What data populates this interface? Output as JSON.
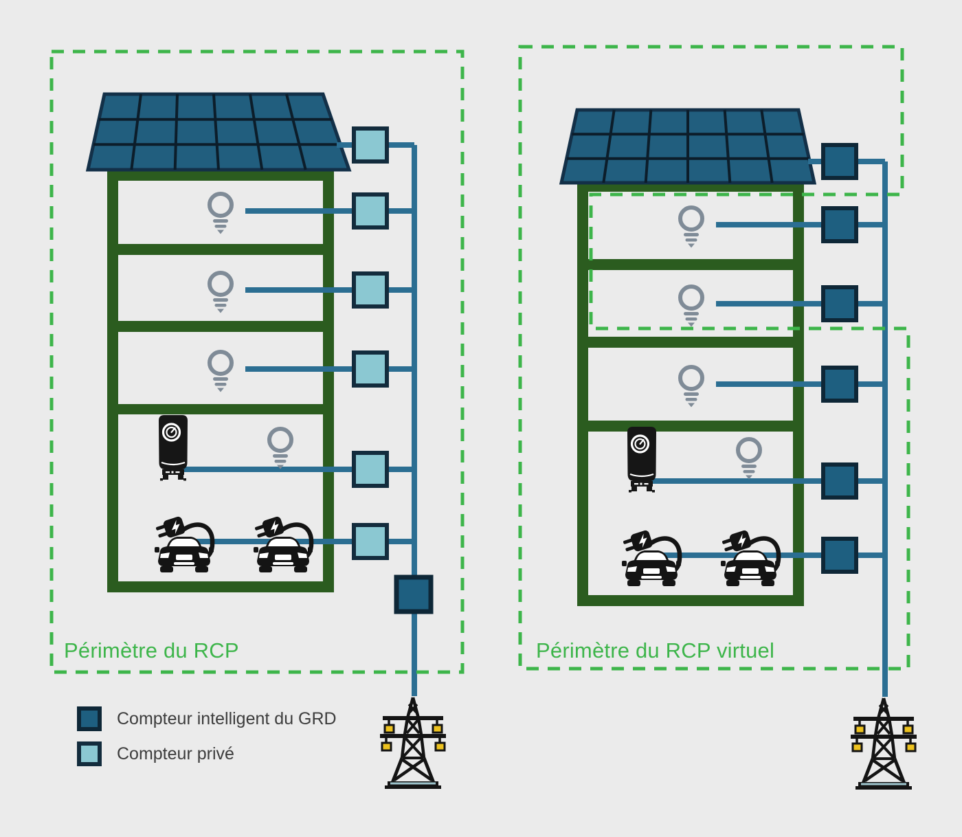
{
  "titles": {
    "left": "Périmètre du RCP",
    "right": "Périmètre du RCP virtuel"
  },
  "legend": {
    "items": [
      {
        "label": "Compteur intelligent du GRD",
        "swatch_color": "#1e5f80",
        "border_color": "#0e2737"
      },
      {
        "label": "Compteur privé",
        "swatch_color": "#8bc8d2",
        "border_color": "#132c3d"
      }
    ]
  },
  "colors": {
    "background": "#ebebeb",
    "boundary_dashed_green": "#3db54a",
    "building_green": "#2b5c1f",
    "solar_panel_fill": "#215e7e",
    "solar_panel_border": "#133048",
    "power_line_blue": "#2b6e92",
    "smart_meter_fill": "#1e5f80",
    "smart_meter_border": "#0e2737",
    "private_meter_fill": "#8bc8d2",
    "private_meter_border": "#132c3d",
    "device_gray": "#7f8b97",
    "icon_black": "#141414",
    "insulator_yellow": "#edc21f",
    "pylon_base_strip": "#9fc6ce",
    "legend_text": "#3c3c3c"
  },
  "left_diagram": {
    "title": "Périmètre du RCP",
    "rooftop": {
      "device": "solar-panel",
      "meter": "private"
    },
    "floors": [
      {
        "devices": [
          "lightbulb"
        ],
        "meter": "private"
      },
      {
        "devices": [
          "lightbulb"
        ],
        "meter": "private"
      },
      {
        "devices": [
          "lightbulb"
        ],
        "meter": "private"
      },
      {
        "devices": [
          "water-heater",
          "lightbulb",
          "ev-car-charging",
          "ev-car-charging"
        ],
        "meters": [
          "private",
          "private"
        ]
      }
    ],
    "grid_meter": "smart",
    "grid_connection": "electricity-pylon",
    "private_meter_count": 6,
    "smart_meter_count": 1
  },
  "right_diagram": {
    "title": "Périmètre du RCP virtuel",
    "rooftop": {
      "device": "solar-panel",
      "meter": "smart"
    },
    "floors": [
      {
        "devices": [
          "lightbulb"
        ],
        "meter": "smart"
      },
      {
        "devices": [
          "lightbulb"
        ],
        "meter": "smart"
      },
      {
        "devices": [
          "lightbulb"
        ],
        "meter": "smart"
      },
      {
        "devices": [
          "water-heater",
          "lightbulb",
          "ev-car-charging",
          "ev-car-charging"
        ],
        "meters": [
          "smart",
          "smart"
        ]
      }
    ],
    "grid_connection": "electricity-pylon",
    "smart_meter_count": 6
  }
}
